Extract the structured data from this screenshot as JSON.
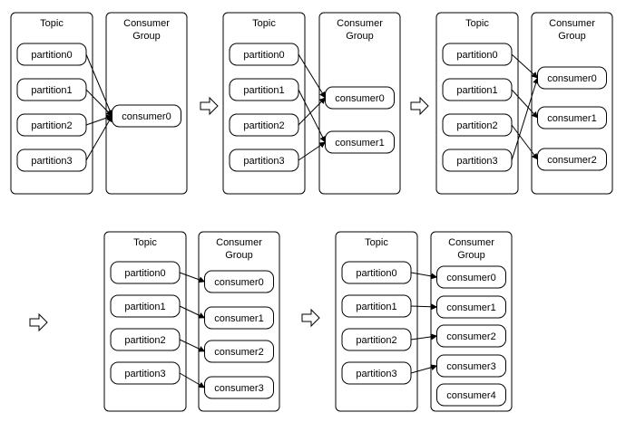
{
  "labels": {
    "topic": "Topic",
    "group_line1": "Consumer",
    "group_line2": "Group"
  },
  "scenarios": [
    {
      "partitions": [
        "partition0",
        "partition1",
        "partition2",
        "partition3"
      ],
      "consumers": [
        "consumer0"
      ],
      "assignments": [
        [
          0,
          0
        ],
        [
          1,
          0
        ],
        [
          2,
          0
        ],
        [
          3,
          0
        ]
      ]
    },
    {
      "partitions": [
        "partition0",
        "partition1",
        "partition2",
        "partition3"
      ],
      "consumers": [
        "consumer0",
        "consumer1"
      ],
      "assignments": [
        [
          0,
          0
        ],
        [
          1,
          1
        ],
        [
          2,
          0
        ],
        [
          3,
          1
        ]
      ]
    },
    {
      "partitions": [
        "partition0",
        "partition1",
        "partition2",
        "partition3"
      ],
      "consumers": [
        "consumer0",
        "consumer1",
        "consumer2"
      ],
      "assignments": [
        [
          0,
          0
        ],
        [
          1,
          1
        ],
        [
          2,
          2
        ],
        [
          3,
          0
        ]
      ]
    },
    {
      "partitions": [
        "partition0",
        "partition1",
        "partition2",
        "partition3"
      ],
      "consumers": [
        "consumer0",
        "consumer1",
        "consumer2",
        "consumer3"
      ],
      "assignments": [
        [
          0,
          0
        ],
        [
          1,
          1
        ],
        [
          2,
          2
        ],
        [
          3,
          3
        ]
      ]
    },
    {
      "partitions": [
        "partition0",
        "partition1",
        "partition2",
        "partition3"
      ],
      "consumers": [
        "consumer0",
        "consumer1",
        "consumer2",
        "consumer3",
        "consumer4"
      ],
      "assignments": [
        [
          0,
          0
        ],
        [
          1,
          1
        ],
        [
          2,
          2
        ],
        [
          3,
          3
        ]
      ]
    }
  ],
  "transition_arrows": 4
}
